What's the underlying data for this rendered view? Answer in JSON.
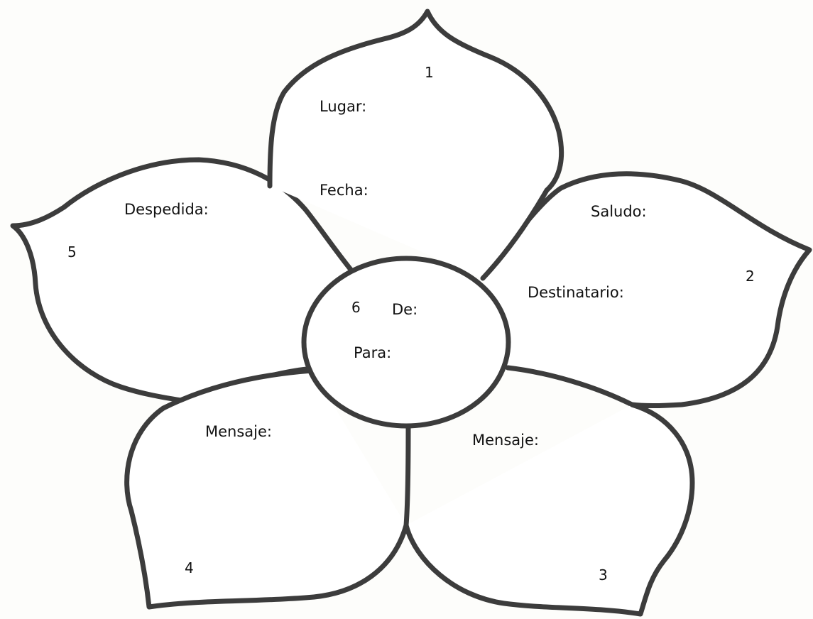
{
  "petals": {
    "p1": {
      "number": "1",
      "fields": [
        "Lugar:",
        "Fecha:"
      ]
    },
    "p2": {
      "number": "2",
      "fields": [
        "Saludo:",
        "Destinatario:"
      ]
    },
    "p3": {
      "number": "3",
      "fields": [
        "Mensaje:"
      ]
    },
    "p4": {
      "number": "4",
      "fields": [
        "Mensaje:"
      ]
    },
    "p5": {
      "number": "5",
      "fields": [
        "Despedida:"
      ]
    }
  },
  "center": {
    "number": "6",
    "fields": [
      "De:",
      "Para:"
    ]
  },
  "colors": {
    "outline": "#3c3c3c",
    "fill": "#ffffff",
    "text": "#111111"
  }
}
